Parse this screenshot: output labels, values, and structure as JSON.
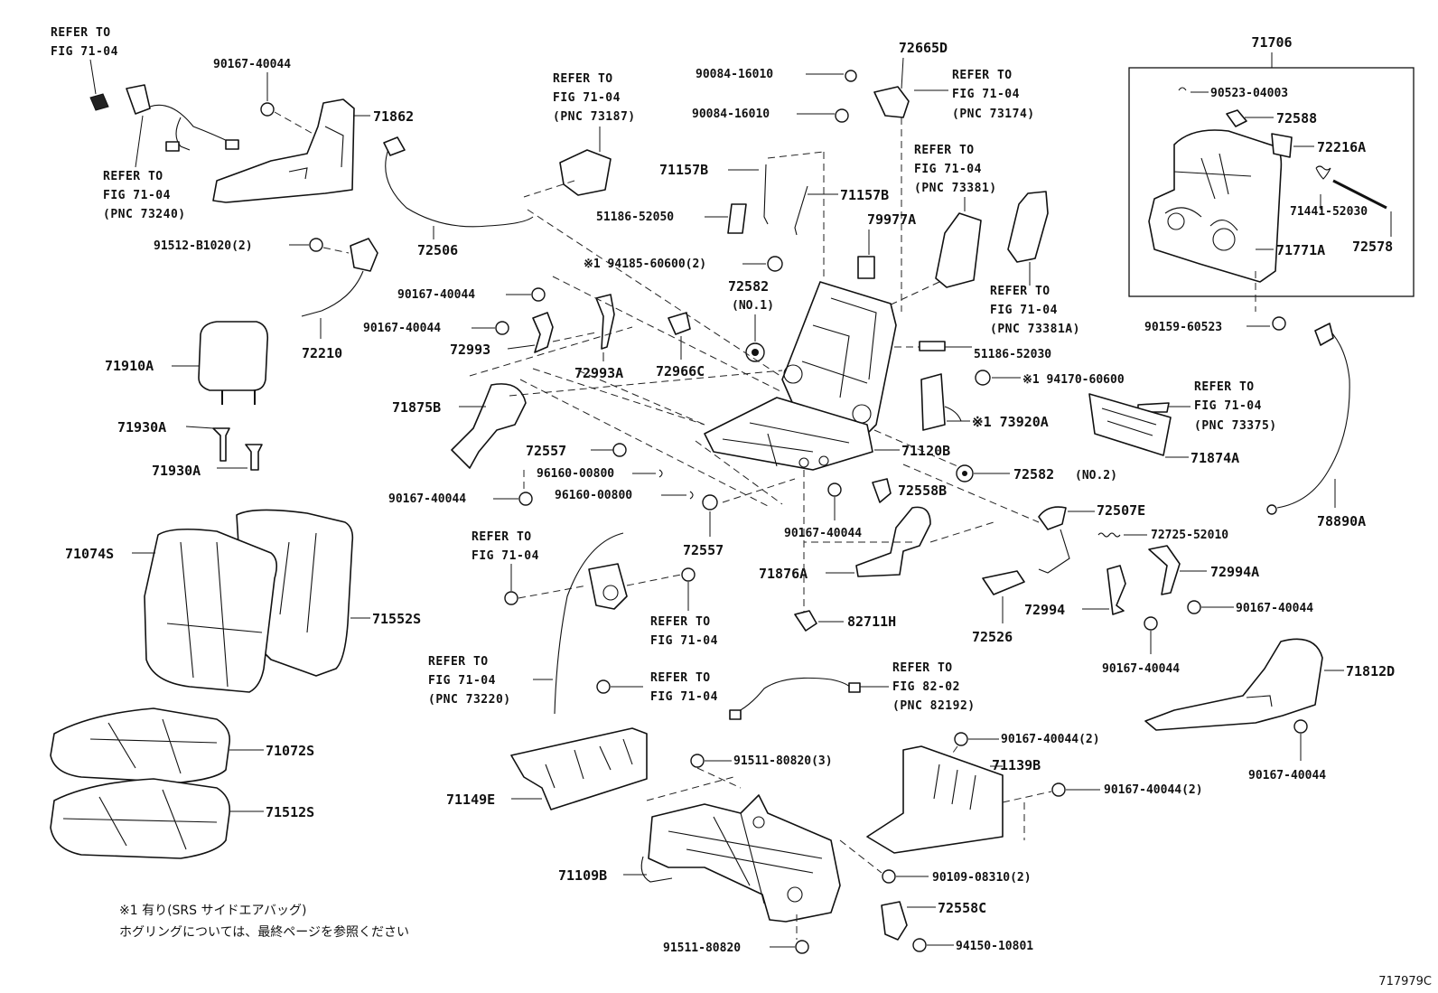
{
  "figure_code": "717979C",
  "notes": {
    "line1": "※1 有り(SRS サイドエアバッグ)",
    "line2": "ホグリングについては、最終ページを参照ください"
  },
  "labels": {
    "l71706": "71706",
    "l90523": "90523-04003",
    "l72588": "72588",
    "l72216A": "72216A",
    "l71441": "71441-52030",
    "l72578": "72578",
    "l71771A": "71771A",
    "l90159": "90159-60523",
    "l72665D": "72665D",
    "l90084a": "90084-16010",
    "l90084b": "90084-16010",
    "l90167_top": "90167-40044",
    "l71862": "71862",
    "l72506": "72506",
    "l91512": "91512-B1020(2)",
    "l72210": "72210",
    "l71910A": "71910A",
    "l71930A_1": "71930A",
    "l71930A_2": "71930A",
    "l71157B_1": "71157B",
    "l71157B_2": "71157B",
    "l51186_52050": "51186-52050",
    "l79977A": "79977A",
    "l94185": "※1 94185-60600(2)",
    "l72582_1": "72582",
    "l72582_1sub": "(NO.1)",
    "l90167_a": "90167-40044",
    "l90167_b": "90167-40044",
    "l72993": "72993",
    "l72993A": "72993A",
    "l72966C": "72966C",
    "l51186_52030": "51186-52030",
    "l94170": "※1 94170-60600",
    "l73920A": "※1 73920A",
    "l71874A": "71874A",
    "l78890A": "78890A",
    "l71875B": "71875B",
    "l72557_1": "72557",
    "l96160_1": "96160-00800",
    "l96160_2": "96160-00800",
    "l90167_c": "90167-40044",
    "l72557_2": "72557",
    "l71120B": "71120B",
    "l72558B": "72558B",
    "l72582_2": "72582",
    "l72582_2sub": "(NO.2)",
    "l72507E": "72507E",
    "l72725": "72725-52010",
    "l90167_d": "90167-40044",
    "l71876A": "71876A",
    "l82711H": "82711H",
    "l72526": "72526",
    "l72994": "72994",
    "l72994A": "72994A",
    "l90167_e": "90167-40044",
    "l90167_f": "90167-40044",
    "l71812D": "71812D",
    "l90167_g": "90167-40044",
    "l71074S": "71074S",
    "l71552S": "71552S",
    "l71072S": "71072S",
    "l71512S": "71512S",
    "l71149E": "71149E",
    "l91511_3": "91511-80820(3)",
    "l71109B": "71109B",
    "l91511": "91511-80820",
    "l90167_2a": "90167-40044(2)",
    "l71139B": "71139B",
    "l90167_2b": "90167-40044(2)",
    "l90109": "90109-08310(2)",
    "l72558C": "72558C",
    "l94150": "94150-10801"
  },
  "references": {
    "r1": [
      "REFER TO",
      "FIG 71-04"
    ],
    "r2": [
      "REFER TO",
      "FIG 71-04",
      "(PNC 73240)"
    ],
    "r3": [
      "REFER TO",
      "FIG 71-04",
      "(PNC 73187)"
    ],
    "r4": [
      "REFER TO",
      "FIG 71-04",
      "(PNC 73174)"
    ],
    "r5": [
      "REFER TO",
      "FIG 71-04",
      "(PNC 73381)"
    ],
    "r6": [
      "REFER TO",
      "FIG 71-04",
      "(PNC 73381A)"
    ],
    "r7": [
      "REFER TO",
      "FIG 71-04",
      "(PNC 73375)"
    ],
    "r8": [
      "REFER TO",
      "FIG 71-04"
    ],
    "r9": [
      "REFER TO",
      "FIG 71-04"
    ],
    "r10": [
      "REFER TO",
      "FIG 71-04",
      "(PNC 73220)"
    ],
    "r11": [
      "REFER TO",
      "FIG 71-04"
    ],
    "r12": [
      "REFER TO",
      "FIG 82-02",
      "(PNC 82192)"
    ]
  }
}
